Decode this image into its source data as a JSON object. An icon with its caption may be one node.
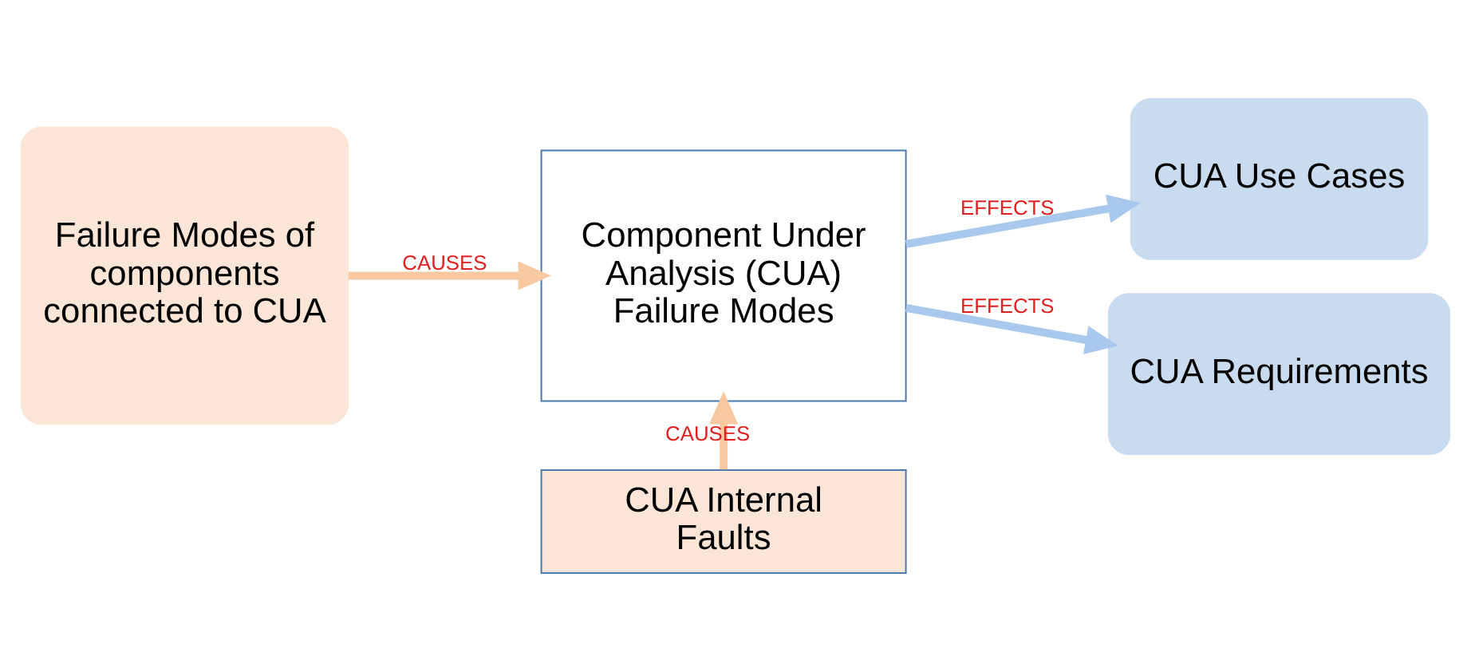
{
  "diagram": {
    "nodes": [
      {
        "text": [
          "Failure Modes of components connected to CUA"
        ]
      },
      {
        "text": [
          "Component Under Analysis (CUA)",
          "Failure Modes"
        ]
      },
      {
        "text": [
          "CUA Use Cases"
        ]
      },
      {
        "text": [
          "CUA Requirements"
        ]
      },
      {
        "text": [
          "CUA Internal Faults"
        ]
      }
    ],
    "edges": [
      {
        "from": 0,
        "to": 1,
        "arrow": "to",
        "label": "CAUSES",
        "color": "#f8c9a0"
      },
      {
        "from": 4,
        "to": 1,
        "arrow": "to",
        "label": "CAUSES",
        "color": "#f8c9a0"
      },
      {
        "from": 1,
        "to": 2,
        "arrow": "to",
        "label": "EFFECTS",
        "color": "#a8c8ee"
      },
      {
        "from": 1,
        "to": 3,
        "arrow": "to",
        "label": "EFFECTS",
        "color": "#a8c8ee"
      }
    ]
  }
}
